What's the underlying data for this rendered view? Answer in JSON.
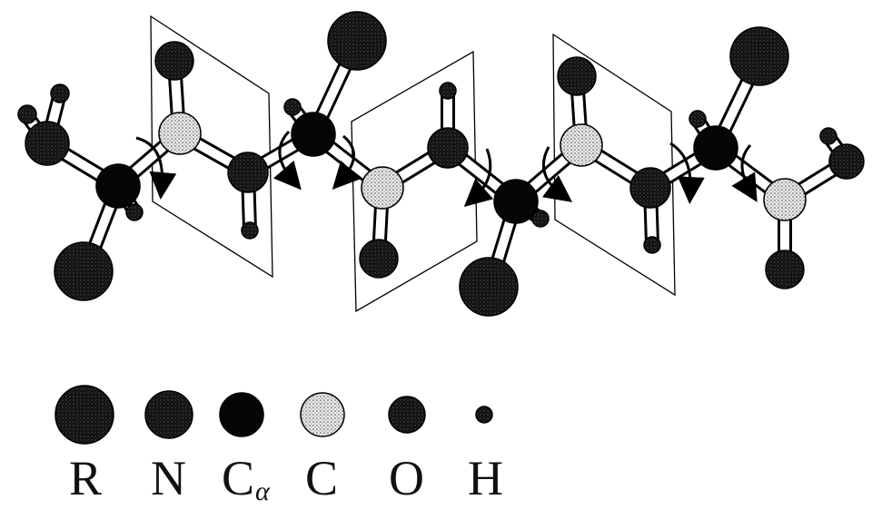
{
  "legend": {
    "items": [
      {
        "key": "R",
        "label": "R",
        "icon": "residue-sphere-icon"
      },
      {
        "key": "N",
        "label": "N",
        "icon": "nitrogen-sphere-icon"
      },
      {
        "key": "Ca",
        "label": "C",
        "subscript": "α",
        "icon": "alpha-carbon-sphere-icon"
      },
      {
        "key": "C",
        "label": "C",
        "icon": "carbonyl-carbon-sphere-icon"
      },
      {
        "key": "O",
        "label": "O",
        "icon": "oxygen-sphere-icon"
      },
      {
        "key": "H",
        "label": "H",
        "icon": "hydrogen-sphere-icon"
      }
    ]
  },
  "colors": {
    "R": "#1a1a1a",
    "N": "#2a2a2a",
    "Ca": "#050505",
    "C": "#d9d9d9",
    "O": "#222222",
    "H": "#3a3a3a",
    "bond": "#ffffff",
    "line": "#000000"
  }
}
